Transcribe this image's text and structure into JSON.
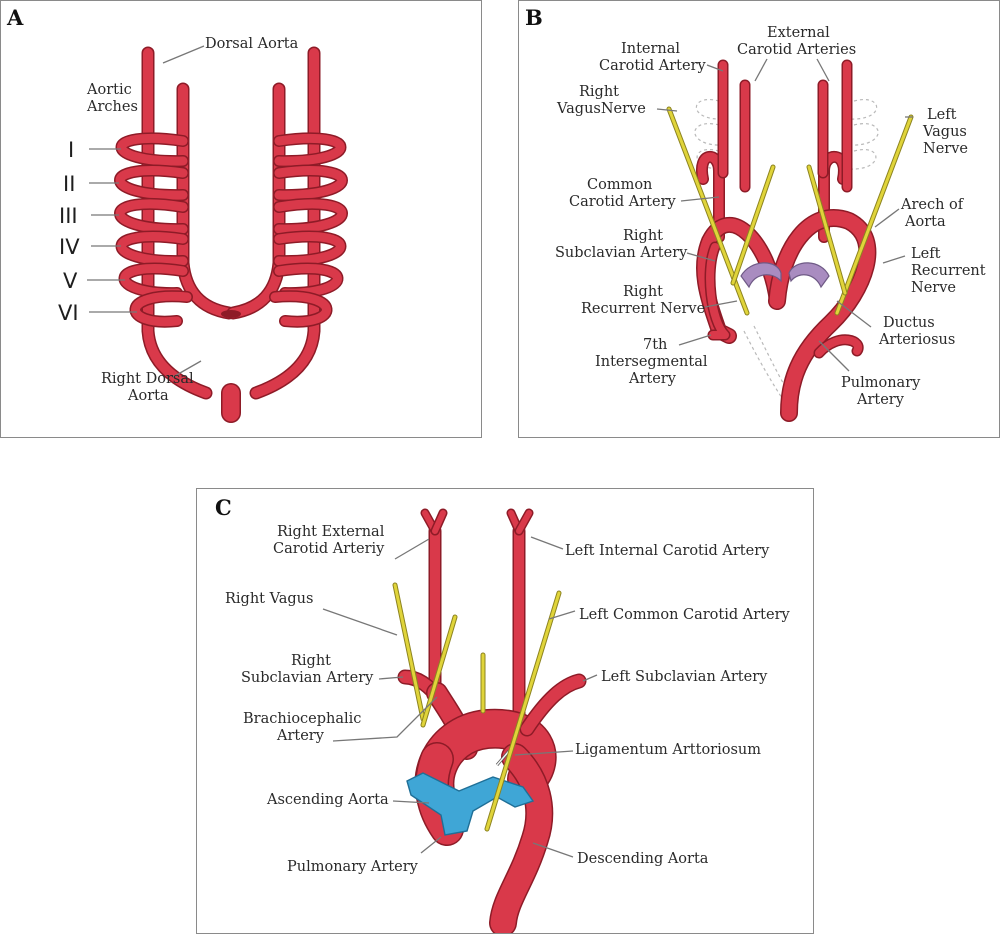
{
  "figure": {
    "panel_a": {
      "letter": "A",
      "labels": {
        "dorsal_aorta": "Dorsal Aorta",
        "aortic_arches_1": "Aortic",
        "aortic_arches_2": "Arches",
        "right_dorsal_aorta_1": "Right Dorsal",
        "right_dorsal_aorta_2": "Aorta"
      },
      "arch_numerals": [
        "I",
        "II",
        "III",
        "IV",
        "V",
        "VI"
      ]
    },
    "panel_b": {
      "letter": "B",
      "labels": {
        "internal_carotid_1": "Internal",
        "internal_carotid_2": "Carotid Artery",
        "external_carotid_1": "External",
        "external_carotid_2": "Carotid Arteries",
        "right_vagus_1": "Right",
        "right_vagus_2": "VagusNerve",
        "left_vagus_1": "Left",
        "left_vagus_2": "Vagus",
        "left_vagus_3": "Nerve",
        "common_carotid_1": "Common",
        "common_carotid_2": "Carotid Artery",
        "arch_of_aorta_1": "Arech of",
        "arch_of_aorta_2": "Aorta",
        "right_subclavian_1": "Right",
        "right_subclavian_2": "Subclavian Artery",
        "left_recurrent_1": "Left",
        "left_recurrent_2": "Recurrent",
        "left_recurrent_3": "Nerve",
        "right_recurrent_1": "Right",
        "right_recurrent_2": "Recurrent Nerve",
        "ductus_1": "Ductus",
        "ductus_2": "Arteriosus",
        "intersegmental_1": "7th",
        "intersegmental_2": "Intersegmental",
        "intersegmental_3": "Artery",
        "pulmonary_1": "Pulmonary",
        "pulmonary_2": "Artery"
      }
    },
    "panel_c": {
      "letter": "C",
      "labels": {
        "right_external_carotid_1": "Right External",
        "right_external_carotid_2": "Carotid Arteriy",
        "left_internal_carotid": "Left Internal Carotid Artery",
        "right_vagus": "Right Vagus",
        "left_common_carotid": "Left Common Carotid Artery",
        "right_subclavian_1": "Right",
        "right_subclavian_2": "Subclavian Artery",
        "left_subclavian": "Left Subclavian Artery",
        "brachiocephalic_1": "Brachiocephalic",
        "brachiocephalic_2": "Artery",
        "ligamentum": "Ligamentum Arttoriosum",
        "ascending_aorta": "Ascending Aorta",
        "pulmonary_artery": "Pulmonary Artery",
        "descending_aorta": "Descending Aorta"
      }
    },
    "colors": {
      "artery": "#d9394a",
      "artery_outline": "#8e1b27",
      "nerve": "#e0d43a",
      "pulmonary_b": "#a98cc0",
      "pulmonary_c": "#3fa6d6",
      "frame": "#8a8a8a"
    }
  }
}
